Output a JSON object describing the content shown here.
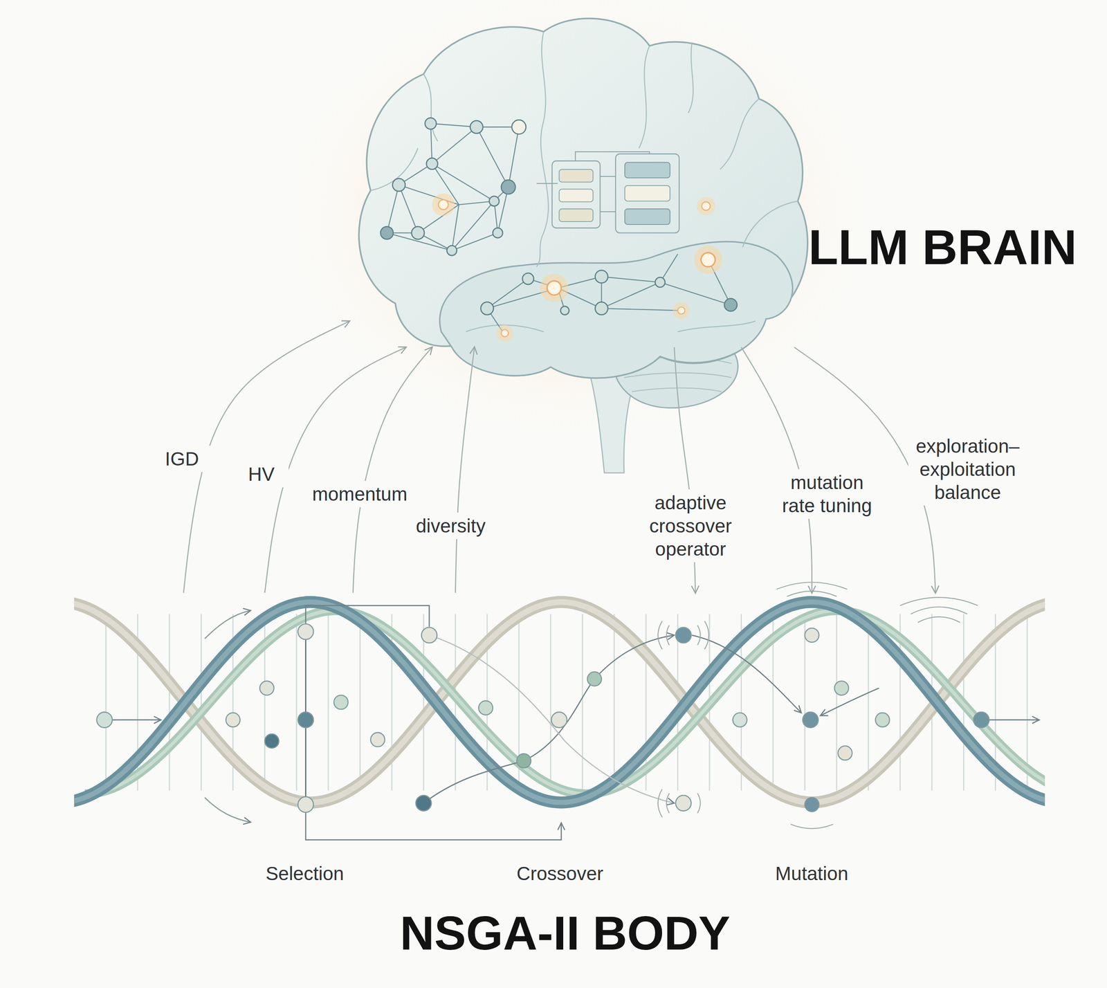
{
  "diagram": {
    "nodes": [
      {
        "text": [
          "LLM BRAIN"
        ]
      },
      {
        "text": [
          "NSGA-II BODY"
        ]
      }
    ],
    "edges": [
      {
        "from": 1,
        "to": 0,
        "label": "IGD",
        "arrow": "to"
      },
      {
        "from": 1,
        "to": 0,
        "label": "HV",
        "arrow": "to"
      },
      {
        "from": 1,
        "to": 0,
        "label": "momentum",
        "arrow": "to"
      },
      {
        "from": 1,
        "to": 0,
        "label": "diversity",
        "arrow": "to"
      },
      {
        "from": 0,
        "to": 1,
        "label": "adaptive crossover operator",
        "arrow": "to"
      },
      {
        "from": 0,
        "to": 1,
        "label": "mutation rate tuning",
        "arrow": "to"
      },
      {
        "from": 0,
        "to": 1,
        "label": "exploration–exploitation balance",
        "arrow": "to"
      }
    ],
    "labels": [
      "Selection",
      "Crossover",
      "Mutation"
    ]
  }
}
